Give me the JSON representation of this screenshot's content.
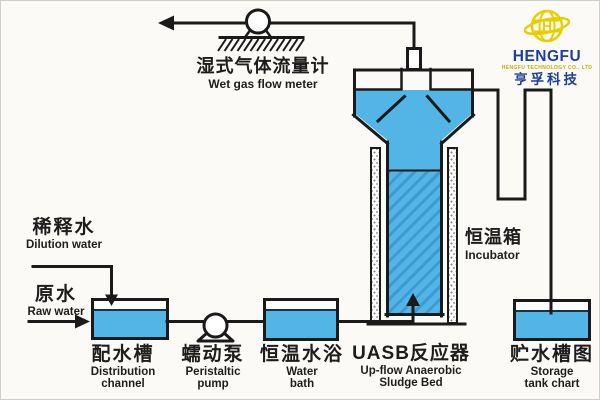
{
  "logo": {
    "brand": "HENGFU",
    "subtitle": "HENGFU TECHNOLOGY CO., LTD",
    "brand_cn": "亨孚科技",
    "globe_icon": "globe-with-h-icon"
  },
  "labels": {
    "wet_gas_meter": {
      "zh": "湿式气体流量计",
      "en": "Wet gas flow meter"
    },
    "dilution_water": {
      "zh": "稀释水",
      "en": "Dilution water"
    },
    "raw_water": {
      "zh": "原水",
      "en": "Raw water"
    },
    "distribution_channel": {
      "zh": "配水槽",
      "en1": "Distribution",
      "en2": "channel"
    },
    "peristaltic_pump": {
      "zh": "蠕动泵",
      "en1": "Peristaltic",
      "en2": "pump"
    },
    "water_bath": {
      "zh": "恒温水浴",
      "en1": "Water",
      "en2": "bath"
    },
    "uasb_reactor": {
      "zh": "UASB反应器",
      "en1": "Up-flow Anaerobic",
      "en2": "Sludge Bed"
    },
    "storage_tank": {
      "zh": "贮水槽图",
      "en1": "Storage",
      "en2": "tank chart"
    },
    "incubator": {
      "zh": "恒温箱",
      "en": "Incubator"
    }
  },
  "colors": {
    "water": "#52b5e6",
    "water_hatch": "#3d9bd1",
    "line": "#1a1a1a",
    "logo_yellow": "#e7ce00",
    "logo_blue": "#1e3e9c",
    "background": "#fbfaf6",
    "text": "#1d1d1d"
  }
}
